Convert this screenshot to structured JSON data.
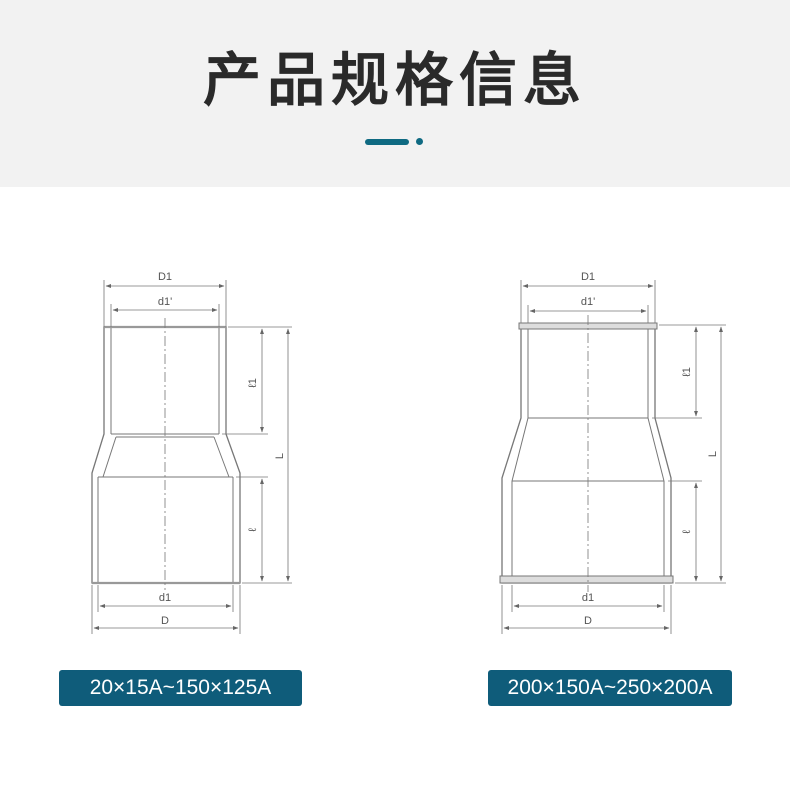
{
  "header": {
    "title": "产品规格信息"
  },
  "diagrams": {
    "left": {
      "dims": {
        "top_outer": "D1",
        "top_inner": "d1'",
        "upper_length": "ℓ1",
        "total_length": "L",
        "lower_length": "ℓ",
        "bottom_inner": "d1",
        "bottom_outer": "D"
      },
      "size_label": "20×15A~150×125A"
    },
    "right": {
      "dims": {
        "top_outer": "D1",
        "top_inner": "d1'",
        "upper_length": "ℓ1",
        "total_length": "L",
        "lower_length": "ℓ",
        "bottom_inner": "d1",
        "bottom_outer": "D"
      },
      "size_label": "200×150A~250×200A"
    }
  },
  "colors": {
    "accent": "#0f6a82",
    "label_bg": "#0f5c7a",
    "header_bg": "#f2f2f2"
  }
}
